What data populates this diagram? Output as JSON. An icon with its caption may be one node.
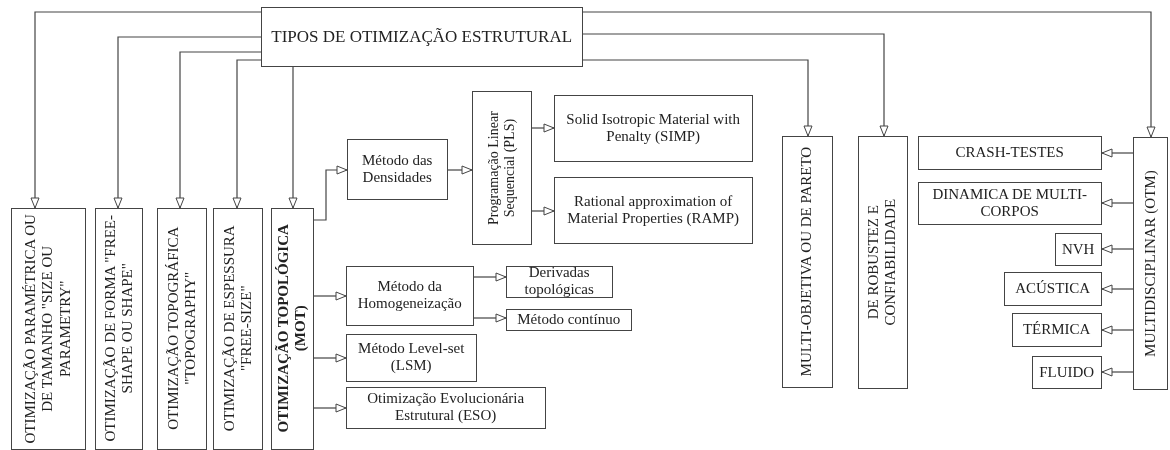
{
  "diagram": {
    "nodes": [
      {
        "text": [
          "TIPOS DE OTIMIZAÇÃO ESTRUTURAL"
        ]
      },
      {
        "text": [
          "OTIMIZAÇÃO PARAMÉTRICA OU DE TAMANHO \"SIZE OU PARAMETRY\""
        ]
      },
      {
        "text": [
          "OTIMIZAÇÃO DE FORMA \"FREE-SHAPE OU SHAPE\""
        ]
      },
      {
        "text": [
          "OTIMIZAÇÃO TOPOGRÁFICA \"TOPOGRAPHY\""
        ]
      },
      {
        "text": [
          "OTIMIZAÇÃO DE ESPESSURA \"FREE-SIZE\""
        ]
      },
      {
        "text": [
          "OTIMIZAÇÃO TOPOLÓGICA (MOT)"
        ]
      },
      {
        "text": [
          "Método das Densidades"
        ]
      },
      {
        "text": [
          "Programação Linear Sequencial (PLS)"
        ]
      },
      {
        "text": [
          "Solid Isotropic Material with Penalty (SIMP)"
        ]
      },
      {
        "text": [
          "Rational approximation of Material Properties (RAMP)"
        ]
      },
      {
        "text": [
          "Método da Homogeneização"
        ]
      },
      {
        "text": [
          "Derivadas topológicas"
        ]
      },
      {
        "text": [
          "Método contínuo"
        ]
      },
      {
        "text": [
          "Método Level-set (LSM)"
        ]
      },
      {
        "text": [
          "Otimização Evolucionária Estrutural (ESO)"
        ]
      },
      {
        "text": [
          "MULTI-OBJETIVA OU DE PARETO"
        ]
      },
      {
        "text": [
          "DE ROBUSTEZ E CONFIABILIDADE"
        ]
      },
      {
        "text": [
          "MULTIDISCIPLINAR (OTM)"
        ]
      },
      {
        "text": [
          "CRASH-TESTES"
        ]
      },
      {
        "text": [
          "DINAMICA DE MULTI-CORPOS"
        ]
      },
      {
        "text": [
          "NVH"
        ]
      },
      {
        "text": [
          "ACÚSTICA"
        ]
      },
      {
        "text": [
          "TÉRMICA"
        ]
      },
      {
        "text": [
          "FLUIDO"
        ]
      }
    ],
    "edges": [
      {
        "from": 0,
        "to": 1,
        "arrow": "to"
      },
      {
        "from": 0,
        "to": 2,
        "arrow": "to"
      },
      {
        "from": 0,
        "to": 3,
        "arrow": "to"
      },
      {
        "from": 0,
        "to": 4,
        "arrow": "to"
      },
      {
        "from": 0,
        "to": 5,
        "arrow": "to"
      },
      {
        "from": 0,
        "to": 15,
        "arrow": "to"
      },
      {
        "from": 0,
        "to": 16,
        "arrow": "to"
      },
      {
        "from": 0,
        "to": 17,
        "arrow": "to"
      },
      {
        "from": 5,
        "to": 6,
        "arrow": "to"
      },
      {
        "from": 5,
        "to": 10,
        "arrow": "to"
      },
      {
        "from": 5,
        "to": 13,
        "arrow": "to"
      },
      {
        "from": 5,
        "to": 14,
        "arrow": "to"
      },
      {
        "from": 6,
        "to": 7,
        "arrow": "to"
      },
      {
        "from": 7,
        "to": 8,
        "arrow": "to"
      },
      {
        "from": 7,
        "to": 9,
        "arrow": "to"
      },
      {
        "from": 10,
        "to": 11,
        "arrow": "to"
      },
      {
        "from": 10,
        "to": 12,
        "arrow": "to"
      },
      {
        "from": 17,
        "to": 18,
        "arrow": "to"
      },
      {
        "from": 17,
        "to": 19,
        "arrow": "to"
      },
      {
        "from": 17,
        "to": 20,
        "arrow": "to"
      },
      {
        "from": 17,
        "to": 21,
        "arrow": "to"
      },
      {
        "from": 17,
        "to": 22,
        "arrow": "to"
      },
      {
        "from": 17,
        "to": 23,
        "arrow": "to"
      }
    ]
  }
}
